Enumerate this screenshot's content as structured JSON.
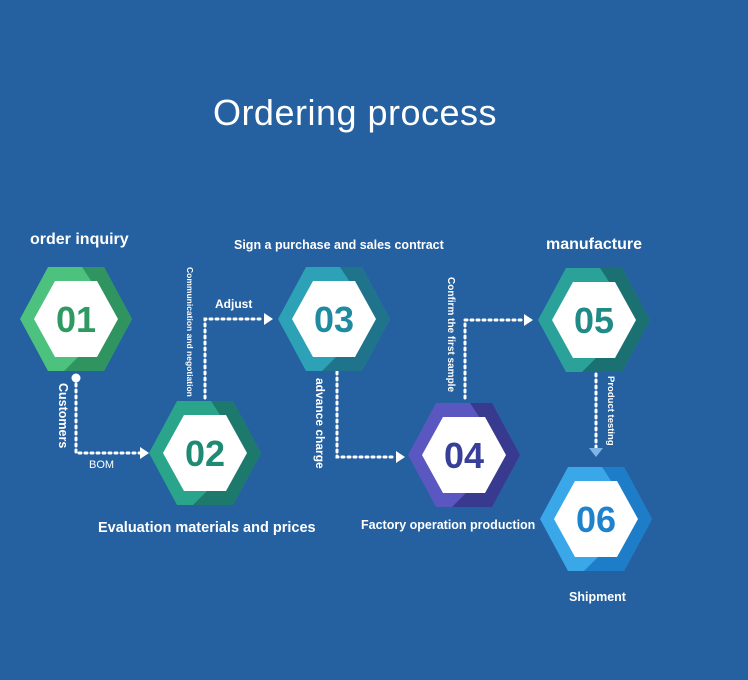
{
  "title": "Ordering process",
  "steps": [
    {
      "number": "01",
      "label": "order inquiry",
      "color": "#2e8f5e",
      "accent": "#4cc27e",
      "text_color": "#2e9a62"
    },
    {
      "number": "02",
      "label": "Evaluation materials and prices",
      "color": "#1c7468",
      "accent": "#2aa48a",
      "text_color": "#1f8a74"
    },
    {
      "number": "03",
      "label": "Sign a purchase and sales contract",
      "color": "#1e6f86",
      "accent": "#2da2b6",
      "text_color": "#1f8aa0"
    },
    {
      "number": "04",
      "label": "Factory operation production",
      "color": "#33378a",
      "accent": "#5a58c0",
      "text_color": "#383f98"
    },
    {
      "number": "05",
      "label": "manufacture",
      "color": "#1a6b6e",
      "accent": "#2aa29a",
      "text_color": "#1f8a86"
    },
    {
      "number": "06",
      "label": "Shipment",
      "color": "#1b78c4",
      "accent": "#3aa8e8",
      "text_color": "#1f82cc"
    }
  ],
  "connectors": {
    "customers": "Customers",
    "bom": "BOM",
    "communication": "Communication and negotiation",
    "adjust": "Adjust",
    "advance_charge": "advance charge",
    "confirm_sample": "Confirm the first sample",
    "product_testing": "Product testing"
  },
  "colors": {
    "background": "#2560a0",
    "text": "#ffffff",
    "dots": "#ffffff"
  }
}
